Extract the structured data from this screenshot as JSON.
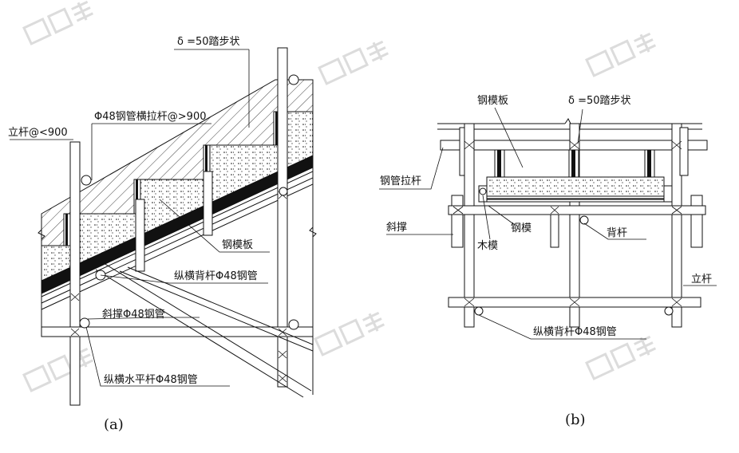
{
  "panel_a": {
    "caption": "(a)",
    "labels": {
      "tread": "δ =50踏步状",
      "tie_bar": "Φ48钢管横拉杆@>900",
      "upright": "立杆@<900",
      "steel_form": "钢模板",
      "back_bar": "纵横背杆Φ48钢管",
      "brace": "斜撑Φ48钢管",
      "horizontal_bar": "纵横水平杆Φ48钢管"
    }
  },
  "panel_b": {
    "caption": "(b)",
    "labels": {
      "steel_form": "钢模板",
      "tread": "δ =50踏步状",
      "pipe_tie": "钢管拉杆",
      "brace": "斜撑",
      "steel_mold": "钢模",
      "wood_mold": "木模",
      "back_bar": "背杆",
      "upright": "立杆",
      "back_bar_long": "纵横背杆Φ48钢管"
    }
  },
  "watermark": {
    "icon": "zhulong-logo-watermark"
  },
  "colors": {
    "line": "#111111",
    "background": "#ffffff"
  }
}
